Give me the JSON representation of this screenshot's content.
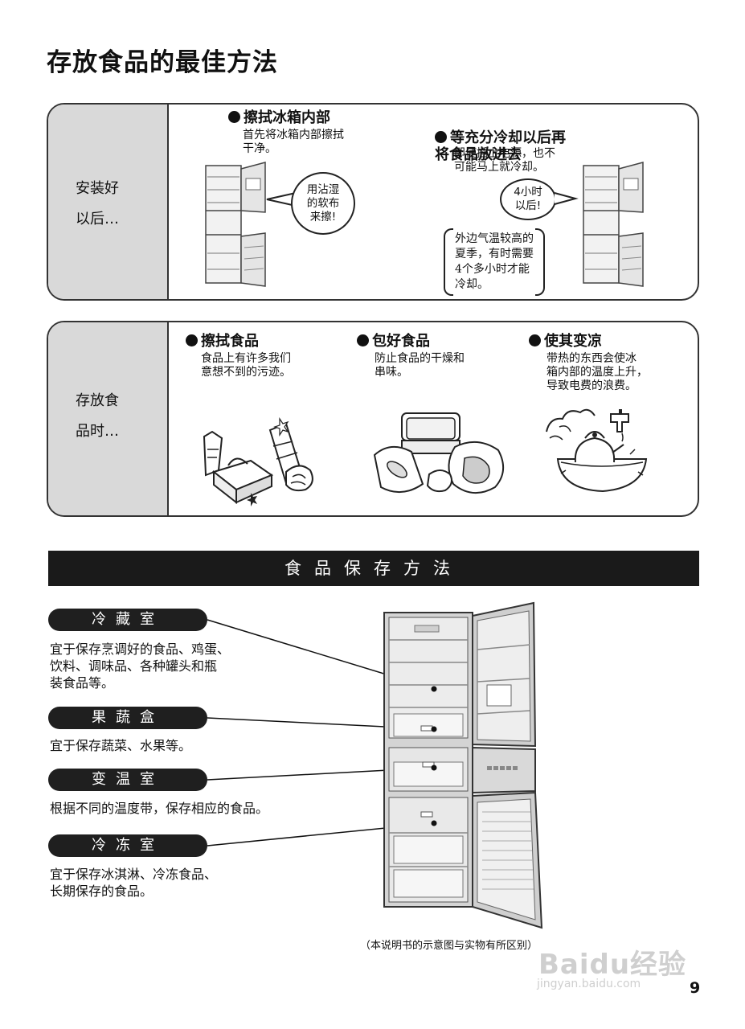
{
  "title": "存放食品的最佳方法",
  "panel_install": {
    "side_label": "安装好\n以后…",
    "items": [
      {
        "heading": "擦拭冰箱内部",
        "desc": "首先将冰箱内部擦拭\n干净。",
        "bubble": "用沾湿\n的软布\n来擦!"
      },
      {
        "heading": "等充分冷却以后再\n将食品放进去",
        "desc": "即使插上电源，也不\n可能马上就冷却。",
        "bubble": "4小时\n以后!",
        "note": "外边气温较高的\n夏季，有时需要\n4个多小时才能\n冷却。"
      }
    ]
  },
  "panel_store": {
    "side_label": "存放食\n品时…",
    "items": [
      {
        "heading": "擦拭食品",
        "desc": "食品上有许多我们\n意想不到的污迹。"
      },
      {
        "heading": "包好食品",
        "desc": "防止食品的干燥和\n串味。"
      },
      {
        "heading": "使其变凉",
        "desc": "带热的东西会使冰\n箱内部的温度上升，\n导致电费的浪费。"
      }
    ]
  },
  "section_title": "食品保存方法",
  "compartments": [
    {
      "name": "冷藏室",
      "desc": "宜于保存烹调好的食品、鸡蛋、\n饮料、调味品、各种罐头和瓶\n装食品等。"
    },
    {
      "name": "果蔬盒",
      "desc": "宜于保存蔬菜、水果等。"
    },
    {
      "name": "变温室",
      "desc": "根据不同的温度带，保存相应的食品。"
    },
    {
      "name": "冷冻室",
      "desc": "宜于保存冰淇淋、冷冻食品、\n长期保存的食品。"
    }
  ],
  "caption": "（本说明书的示意图与实物有所区别）",
  "page_number": "9",
  "watermark": {
    "logo": "Baidu经验",
    "url": "jingyan.baidu.com"
  },
  "icons": [
    "fridge-open-illustration",
    "cleaning-food-illustration",
    "wrapped-food-illustration",
    "cooling-kettle-illustration",
    "fridge-diagram"
  ]
}
